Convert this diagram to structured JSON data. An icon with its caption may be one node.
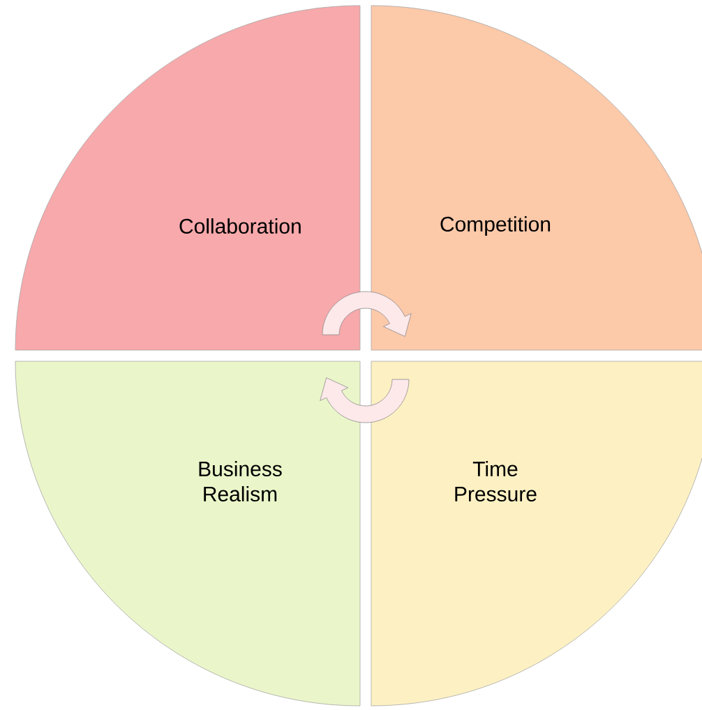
{
  "diagram": {
    "nodes": [
      {
        "text": [
          "Collaboration"
        ]
      },
      {
        "text": [
          "Competition"
        ]
      },
      {
        "text": [
          "Business Realism"
        ]
      },
      {
        "text": [
          "Time Pressure"
        ]
      }
    ],
    "edges": [
      {
        "from": 0,
        "to": 1,
        "arrow": "to"
      },
      {
        "from": 3,
        "to": 2,
        "arrow": "to"
      }
    ]
  }
}
